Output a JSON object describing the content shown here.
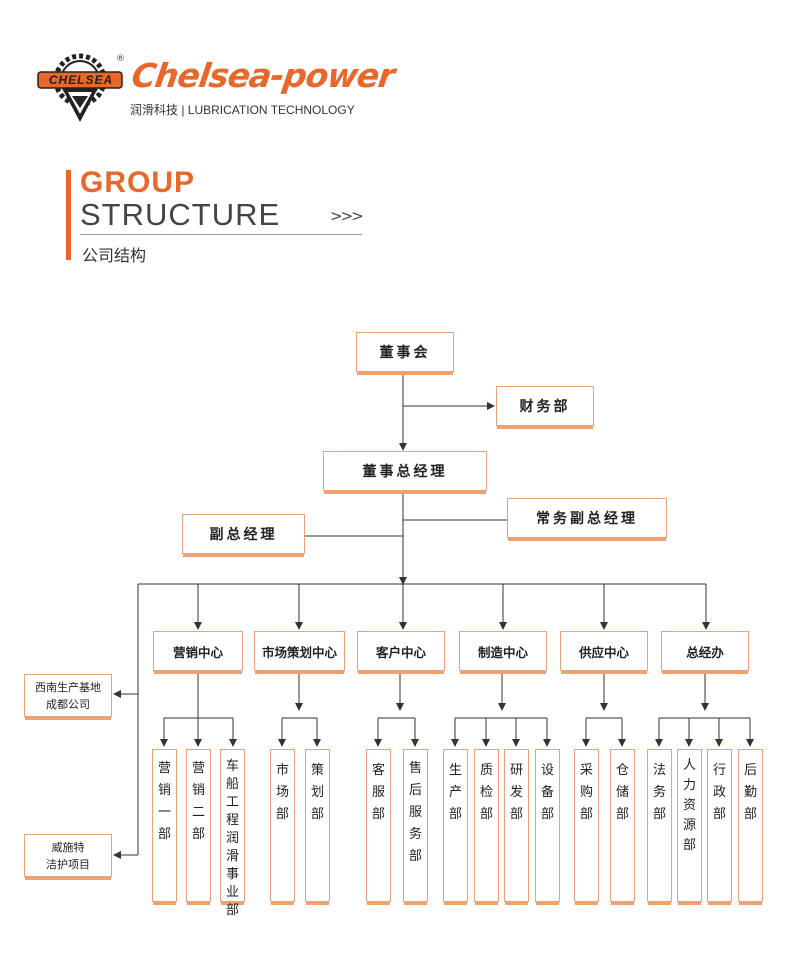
{
  "logo": {
    "badge_text": "CHELSEA",
    "reg_mark": "®",
    "brand_name": "Chelsea-power",
    "tagline": "润滑科技 | LUBRICATION TECHNOLOGY"
  },
  "title": {
    "line1": "GROUP",
    "line2": "STRUCTURE",
    "arrows": ">>>",
    "subtitle": "公司结构"
  },
  "colors": {
    "accent": "#e8672a",
    "box_shadow": "#f2a06e",
    "line": "#333333"
  },
  "org": {
    "board": "董事会",
    "finance": "财务部",
    "ceo": "董事总经理",
    "vice_gm": "副总经理",
    "exec_vice_gm": "常务副总经理",
    "side_units": [
      "西南生产基地\n成都公司",
      "威施特\n洁护项目"
    ],
    "centers": [
      {
        "name": "营销中心",
        "depts": [
          "营销一部",
          "营销二部",
          "车船工程润滑事业部"
        ]
      },
      {
        "name": "市场策划中心",
        "depts": [
          "市场部",
          "策划部"
        ]
      },
      {
        "name": "客户中心",
        "depts": [
          "客服部",
          "售后服务部"
        ]
      },
      {
        "name": "制造中心",
        "depts": [
          "生产部",
          "质检部",
          "研发部",
          "设备部"
        ]
      },
      {
        "name": "供应中心",
        "depts": [
          "采购部",
          "仓储部"
        ]
      },
      {
        "name": "总经办",
        "depts": [
          "法务部",
          "人力资源部",
          "行政部",
          "后勤部"
        ]
      }
    ]
  }
}
